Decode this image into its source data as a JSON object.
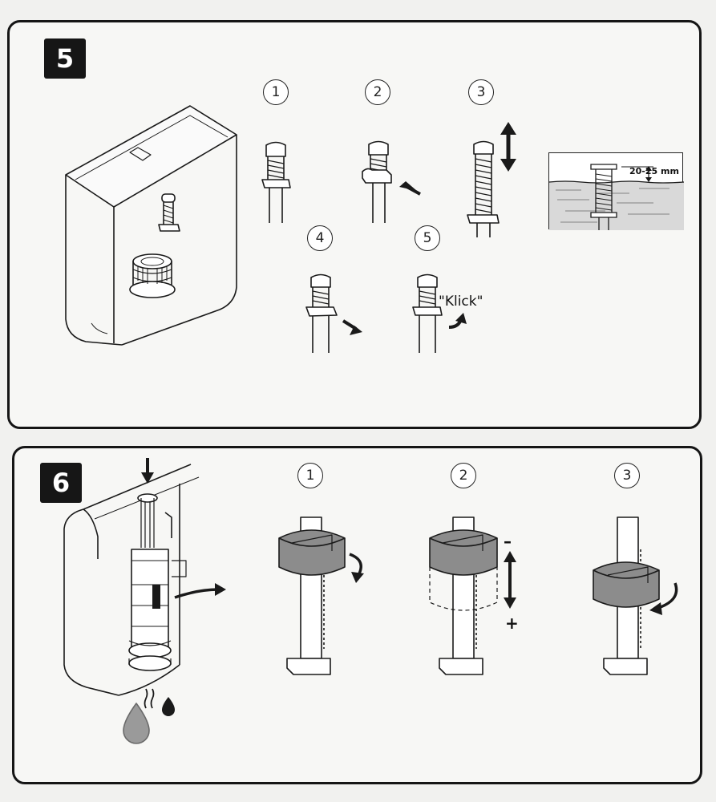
{
  "step5": {
    "number": "5",
    "substeps": [
      "1",
      "2",
      "3",
      "4",
      "5"
    ],
    "inset_label": "20-25 mm",
    "click_text": "\"Klick\""
  },
  "step6": {
    "number": "6",
    "substeps": [
      "1",
      "2",
      "3"
    ],
    "minus_sign": "–",
    "plus_sign": "+"
  },
  "colors": {
    "line": "#1a1a1a",
    "fill_gray": "#8c8c8c",
    "drop_gray": "#9a9a9a",
    "paper": "#f7f7f5"
  }
}
